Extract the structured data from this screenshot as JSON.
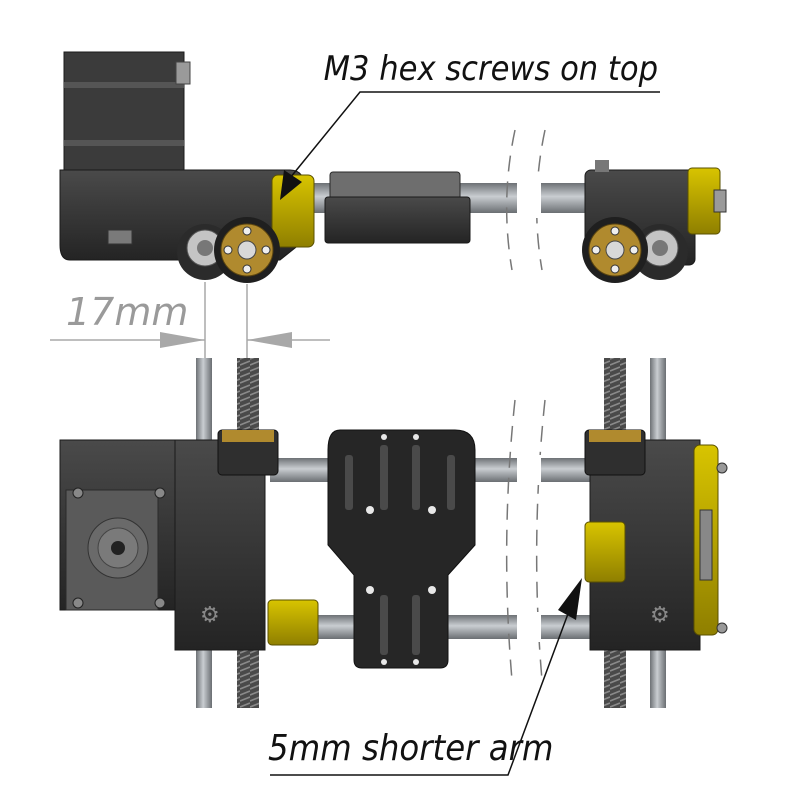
{
  "callouts": {
    "top": "M3 hex screws on top",
    "bottom": "5mm shorter arm"
  },
  "dimension": {
    "label": "17mm"
  },
  "colors": {
    "part_black": "#2b2b2b",
    "part_dark": "#3a3a3a",
    "part_grey": "#5a5a5a",
    "brass": "#b08a2e",
    "yellow_part": "#c9b400",
    "rod": "#9ea2a6",
    "dim_line": "#a8a8a8",
    "leader": "#111111"
  }
}
